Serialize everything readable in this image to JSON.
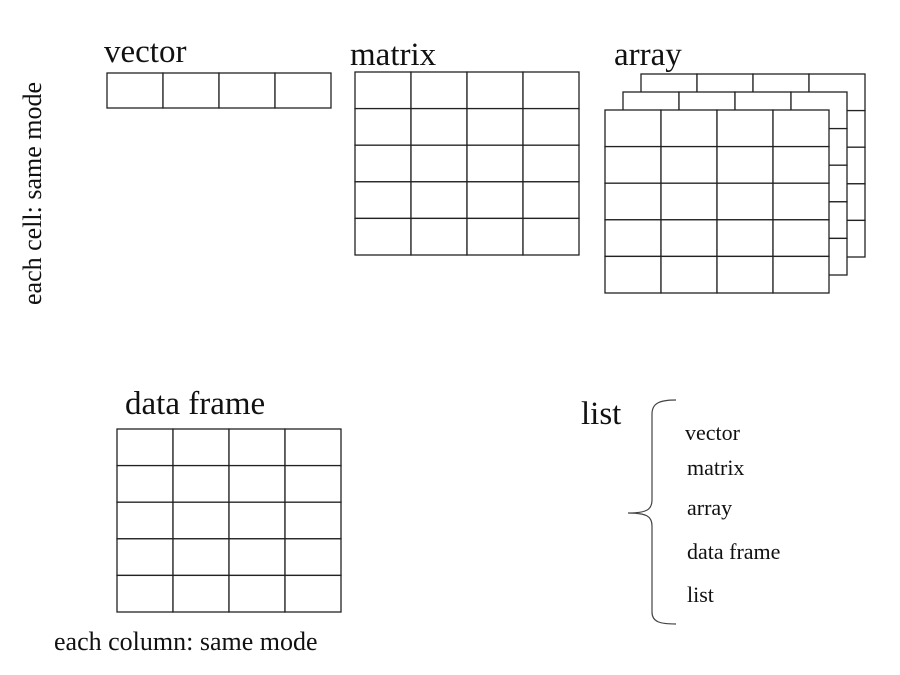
{
  "side_label": "each cell: same mode",
  "vector": {
    "title": "vector",
    "rows": 1,
    "cols": 4
  },
  "matrix": {
    "title": "matrix",
    "rows": 5,
    "cols": 4
  },
  "array": {
    "title": "array",
    "rows": 5,
    "cols": 4,
    "layers": 3
  },
  "data_frame": {
    "title": "data frame",
    "rows": 5,
    "cols": 4,
    "caption": "each column: same mode"
  },
  "list": {
    "title": "list",
    "items": [
      "vector",
      "matrix",
      "array",
      "data frame",
      "list"
    ]
  }
}
